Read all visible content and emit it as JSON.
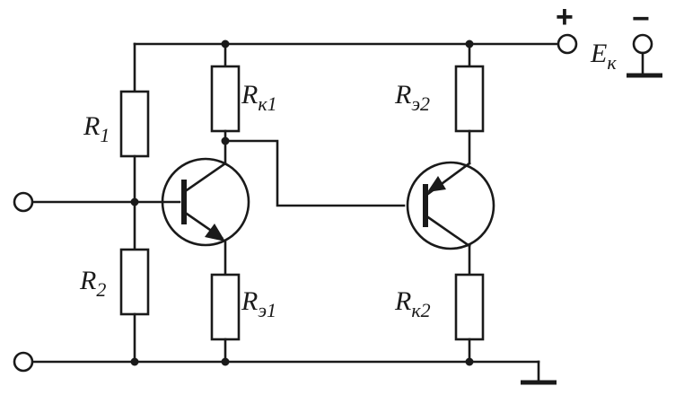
{
  "power": {
    "plus_sign": "+",
    "minus_sign": "−",
    "supply_label": "E",
    "supply_sub": "к"
  },
  "resistors": {
    "r1": {
      "main": "R",
      "sub": "1"
    },
    "r2": {
      "main": "R",
      "sub": "2"
    },
    "rk1": {
      "main": "R",
      "sub": "к1"
    },
    "re1": {
      "main": "R",
      "sub": "э1"
    },
    "re2": {
      "main": "R",
      "sub": "э2"
    },
    "rk2": {
      "main": "R",
      "sub": "к2"
    }
  }
}
